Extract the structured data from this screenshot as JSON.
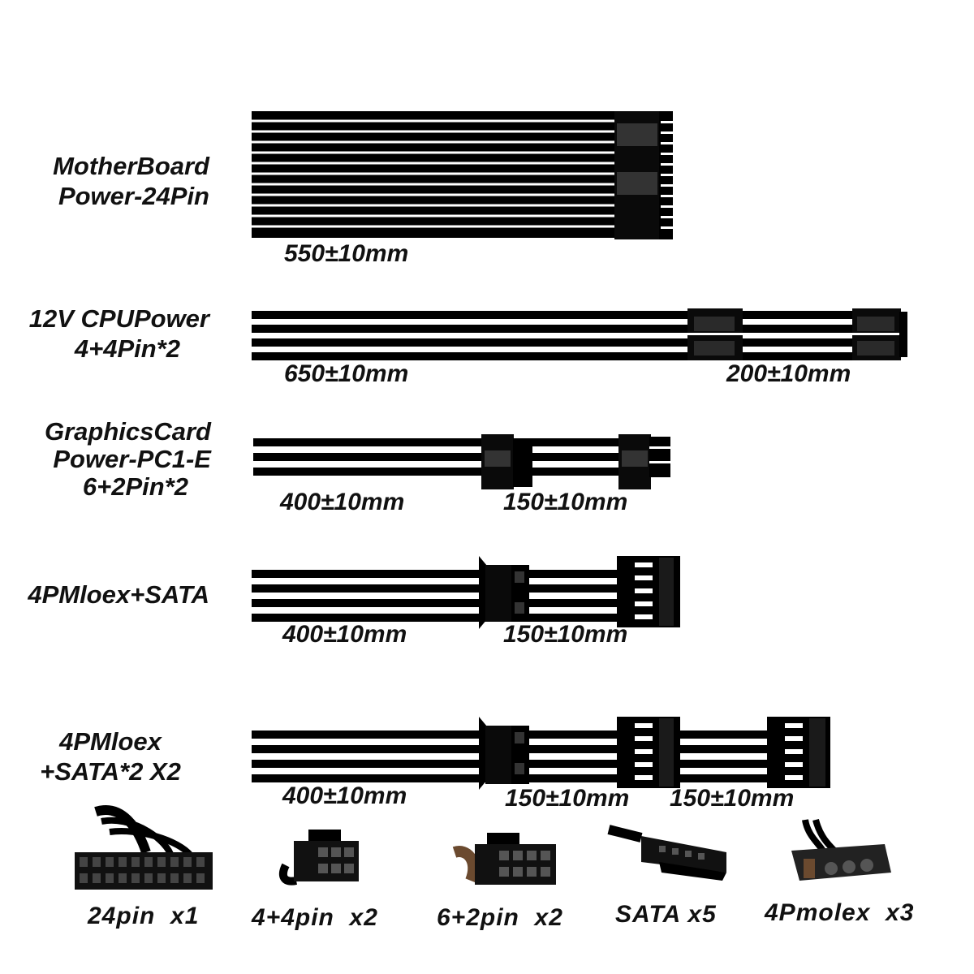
{
  "cables": [
    {
      "label_lines": [
        "MotherBoard",
        "Power-24Pin"
      ],
      "lengths": [
        "550±10mm"
      ]
    },
    {
      "label_lines": [
        "12V CPUPower",
        "4+4Pin*2"
      ],
      "lengths": [
        "650±10mm",
        "200±10mm"
      ]
    },
    {
      "label_lines": [
        "GraphicsCard",
        "Power-PC1-E",
        "6+2Pin*2"
      ],
      "lengths": [
        "400±10mm",
        "150±10mm"
      ]
    },
    {
      "label_lines": [
        "4PMloex+SATA"
      ],
      "lengths": [
        "400±10mm",
        "150±10mm"
      ]
    },
    {
      "label_lines": [
        "4PMloex",
        "+SATA*2 X2"
      ],
      "lengths": [
        "400±10mm",
        "150±10mm",
        "150±10mm"
      ]
    }
  ],
  "connectors": [
    {
      "caption": "24pin  x1",
      "icon": "24pin-connector-icon"
    },
    {
      "caption": "4+4pin  x2",
      "icon": "4-4pin-connector-icon"
    },
    {
      "caption": "6+2pin  x2",
      "icon": "6-2pin-connector-icon"
    },
    {
      "caption": "SATA x5",
      "icon": "sata-connector-icon"
    },
    {
      "caption": "4Pmolex  x3",
      "icon": "molex-connector-icon"
    }
  ],
  "colors": {
    "wire": "#000000",
    "connector": "#0a0a0a",
    "text": "#111111"
  }
}
